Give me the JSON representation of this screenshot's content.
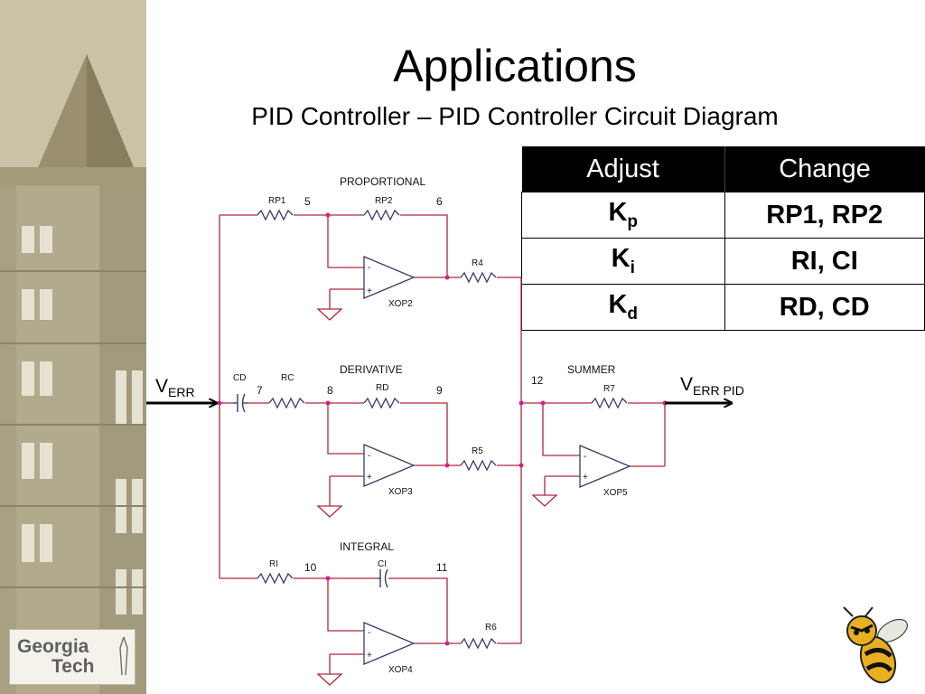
{
  "slide": {
    "title": "Applications",
    "subtitle": "PID Controller – PID Controller Circuit Diagram"
  },
  "table": {
    "headers": [
      "Adjust",
      "Change"
    ],
    "rows": [
      {
        "param": "K",
        "sub": "p",
        "change": "RP1, RP2"
      },
      {
        "param": "K",
        "sub": "i",
        "change": "RI, CI"
      },
      {
        "param": "K",
        "sub": "d",
        "change": "RD, CD"
      }
    ]
  },
  "circuit": {
    "sections": {
      "proportional": "PROPORTIONAL",
      "derivative": "DERIVATIVE",
      "integral": "INTEGRAL",
      "summer": "SUMMER"
    },
    "components": {
      "rp1": "RP1",
      "rp2": "RP2",
      "r4": "R4",
      "cd": "CD",
      "rc": "RC",
      "rd": "RD",
      "r5": "R5",
      "ri": "RI",
      "ci": "CI",
      "r6": "R6",
      "r7": "R7",
      "xop2": "XOP2",
      "xop3": "XOP3",
      "xop4": "XOP4",
      "xop5": "XOP5"
    },
    "nodes": [
      "5",
      "6",
      "7",
      "8",
      "9",
      "10",
      "11",
      "12"
    ],
    "input": {
      "main": "V",
      "sub": "ERR"
    },
    "output": {
      "main": "V",
      "sub": "ERR PID"
    }
  },
  "logo": {
    "line1": "Georgia",
    "line2": "Tech"
  },
  "colors": {
    "wire": "#b0283c",
    "component": "#3a3a6a",
    "sidebar": "#c4bda0",
    "node": "#d0208a"
  }
}
